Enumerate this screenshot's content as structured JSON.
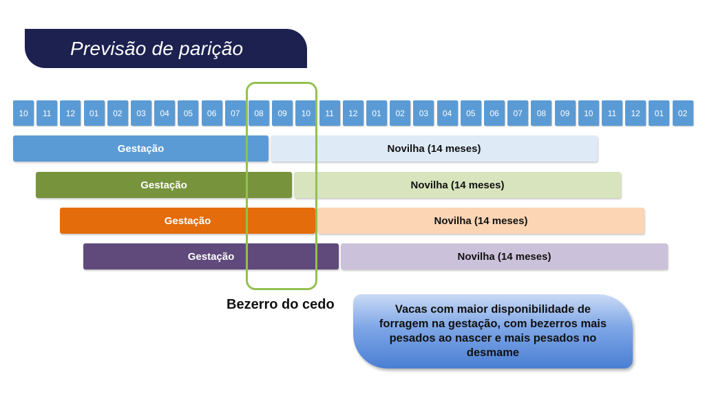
{
  "title": "Previsão de parição",
  "months": [
    "10",
    "11",
    "12",
    "01",
    "02",
    "03",
    "04",
    "05",
    "06",
    "07",
    "08",
    "09",
    "10",
    "11",
    "12",
    "01",
    "02",
    "03",
    "04",
    "05",
    "06",
    "07",
    "08",
    "09",
    "10",
    "11",
    "12",
    "01",
    "02"
  ],
  "rows": [
    {
      "gestacao": "Gestação",
      "novilha": "Novilha (14 meses)",
      "gest_color": "#5b9bd5",
      "nov_color": "#deebf7"
    },
    {
      "gestacao": "Gestação",
      "novilha": "Novilha (14 meses)",
      "gest_color": "#77933c",
      "nov_color": "#d7e4bd"
    },
    {
      "gestacao": "Gestação",
      "novilha": "Novilha (14 meses)",
      "gest_color": "#e46c0a",
      "nov_color": "#fcd5b5"
    },
    {
      "gestacao": "Gestação",
      "novilha": "Novilha (14 meses)",
      "gest_color": "#604a7b",
      "nov_color": "#ccc1da"
    }
  ],
  "highlight_color": "#92c050",
  "early_calf_label": "Bezerro do cedo",
  "callout": "Vacas com maior disponibilidade de forragem na gestação, com bezerros mais pesados ao nascer e mais pesados no desmame"
}
